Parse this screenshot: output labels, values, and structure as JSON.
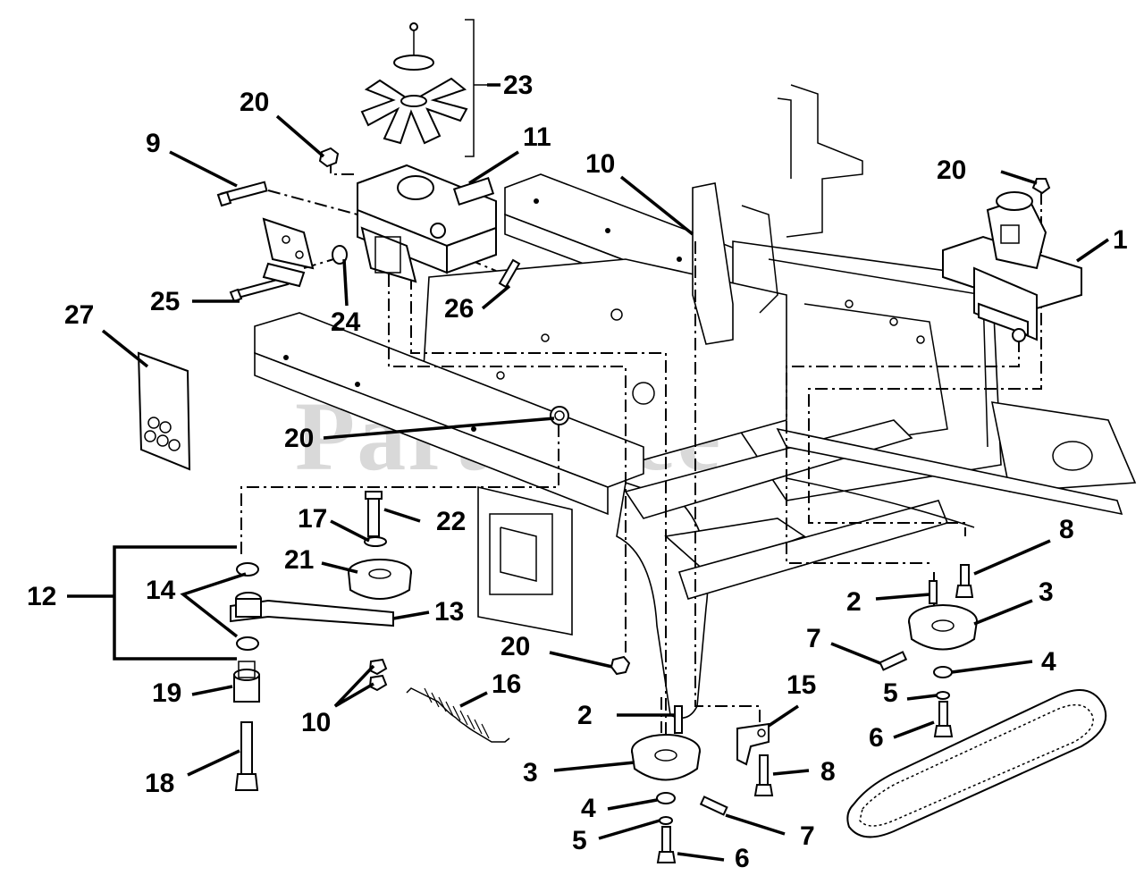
{
  "watermark": "PartsTree",
  "callouts": [
    {
      "id": "c1",
      "label": "1"
    },
    {
      "id": "c20a",
      "label": "20"
    },
    {
      "id": "c9",
      "label": "9"
    },
    {
      "id": "c23",
      "label": "23"
    },
    {
      "id": "c11",
      "label": "11"
    },
    {
      "id": "c10a",
      "label": "10"
    },
    {
      "id": "c20b",
      "label": "20"
    },
    {
      "id": "c25",
      "label": "25"
    },
    {
      "id": "c24",
      "label": "24"
    },
    {
      "id": "c26",
      "label": "26"
    },
    {
      "id": "c27",
      "label": "27"
    },
    {
      "id": "c20c",
      "label": "20"
    },
    {
      "id": "c17",
      "label": "17"
    },
    {
      "id": "c22",
      "label": "22"
    },
    {
      "id": "c21",
      "label": "21"
    },
    {
      "id": "c12",
      "label": "12"
    },
    {
      "id": "c14",
      "label": "14"
    },
    {
      "id": "c13",
      "label": "13"
    },
    {
      "id": "c19",
      "label": "19"
    },
    {
      "id": "c10b",
      "label": "10"
    },
    {
      "id": "c16",
      "label": "16"
    },
    {
      "id": "c18",
      "label": "18"
    },
    {
      "id": "c20d",
      "label": "20"
    },
    {
      "id": "c2a",
      "label": "2"
    },
    {
      "id": "c3a",
      "label": "3"
    },
    {
      "id": "c4a",
      "label": "4"
    },
    {
      "id": "c5a",
      "label": "5"
    },
    {
      "id": "c6a",
      "label": "6"
    },
    {
      "id": "c7a",
      "label": "7"
    },
    {
      "id": "c15",
      "label": "15"
    },
    {
      "id": "c8a",
      "label": "8"
    },
    {
      "id": "c8b",
      "label": "8"
    },
    {
      "id": "c2b",
      "label": "2"
    },
    {
      "id": "c3b",
      "label": "3"
    },
    {
      "id": "c7b",
      "label": "7"
    },
    {
      "id": "c4b",
      "label": "4"
    },
    {
      "id": "c5b",
      "label": "5"
    },
    {
      "id": "c6b",
      "label": "6"
    }
  ]
}
